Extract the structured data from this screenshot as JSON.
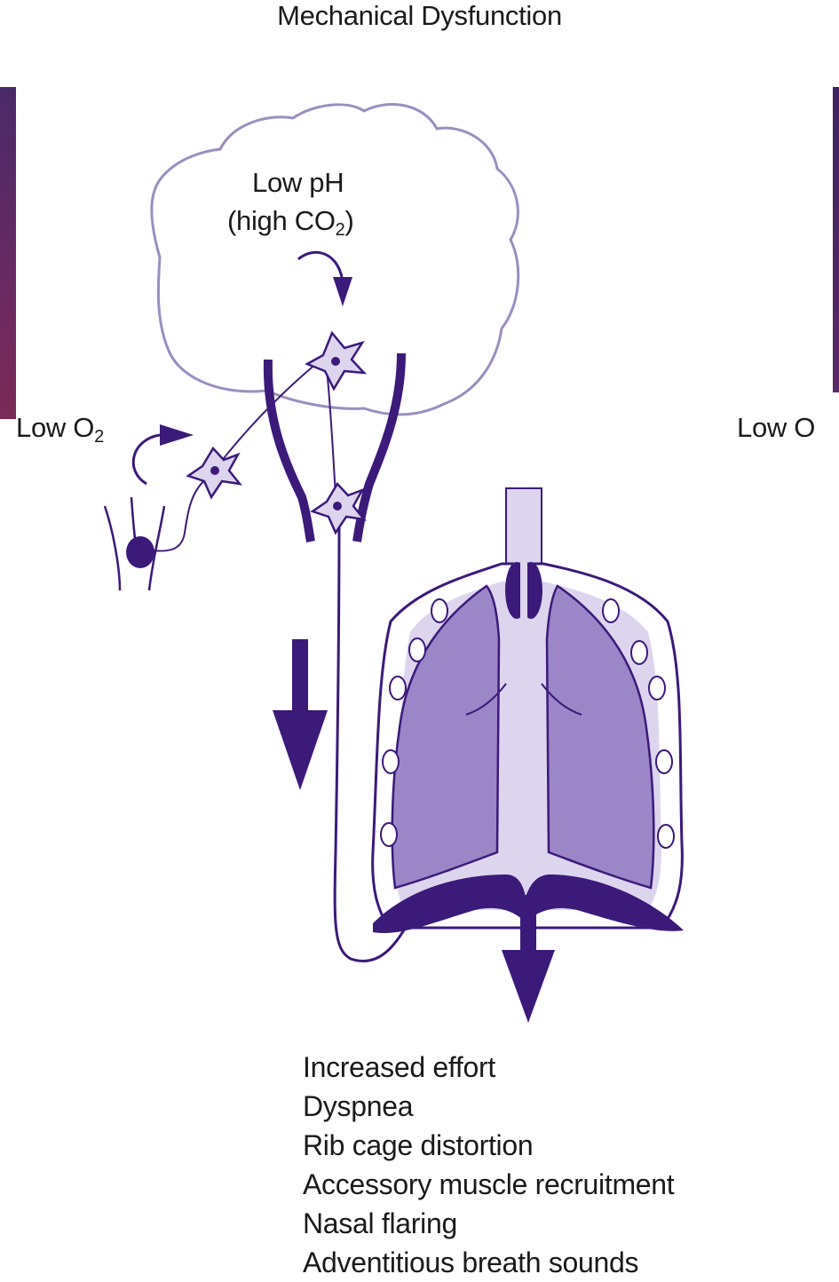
{
  "title": "Mechanical Dysfunction",
  "labels": {
    "low_ph": "Low pH",
    "high_co2_prefix": "(high CO",
    "high_co2_sub": "2",
    "high_co2_suffix": ")",
    "low_o2_left_text": "Low O",
    "low_o2_left_sub": "2",
    "low_o2_right_text": "Low O"
  },
  "effects": [
    "Increased effort",
    "Dyspnea",
    "Rib cage distortion",
    "Accessory muscle recruitment",
    "Nasal flaring",
    "Adventitious breath sounds"
  ],
  "colors": {
    "dark_purple": "#3b1a7a",
    "mid_purple": "#9b86c7",
    "light_purple": "#ddd5ee",
    "outline_lavender": "#9a8fc0",
    "side_bar": "#5a2a66"
  }
}
